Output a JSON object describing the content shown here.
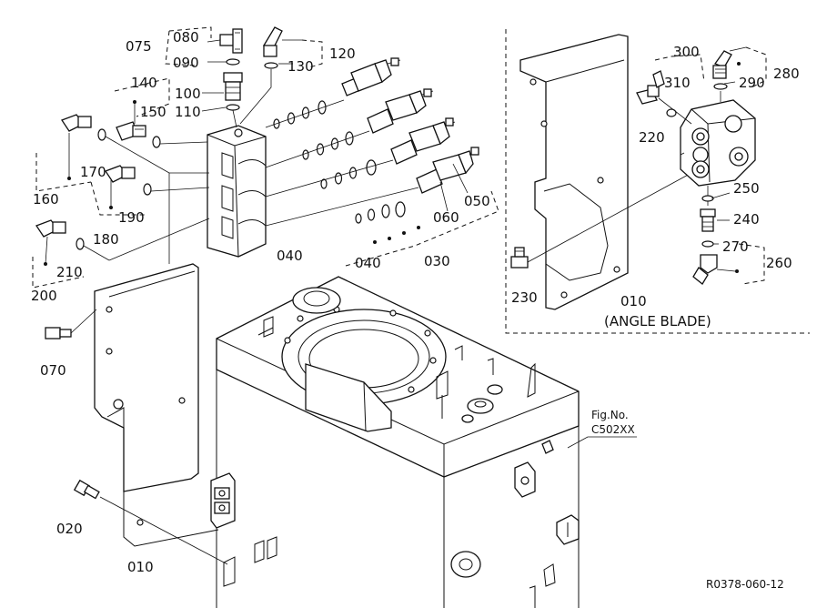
{
  "parts": {
    "p075": "075",
    "p080": "080",
    "p090": "090",
    "p100": "100",
    "p110": "110",
    "p120": "120",
    "p130": "130",
    "p140": "140",
    "p150": "150",
    "p160": "160",
    "p170": "170",
    "p180": "180",
    "p190": "190",
    "p200": "200",
    "p210": "210",
    "p040a": "040",
    "p040b": "040",
    "p030": "030",
    "p050": "050",
    "p060": "060",
    "p070": "070",
    "p020": "020",
    "p010a": "010",
    "p010b": "010",
    "p300": "300",
    "p310": "310",
    "p290": "290",
    "p280": "280",
    "p220": "220",
    "p250": "250",
    "p240": "240",
    "p270": "270",
    "p260": "260",
    "p230": "230"
  },
  "labels": {
    "angle_blade": "(ANGLE BLADE)",
    "fig_no": "Fig.No.",
    "fig_code": "C502XX",
    "drawing_code": "R0378-060-12"
  }
}
